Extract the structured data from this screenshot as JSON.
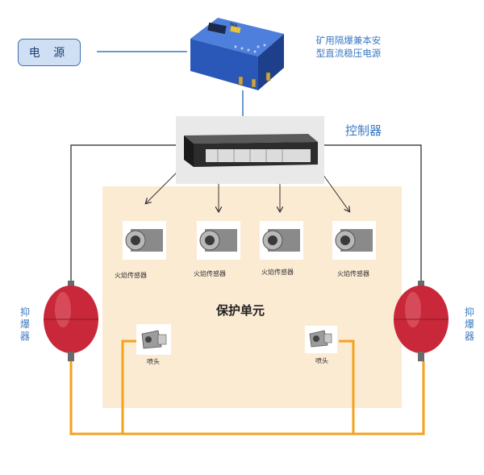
{
  "power": {
    "label": "电 源"
  },
  "psu": {
    "title_line1": "矿用隔爆兼本安",
    "title_line2": "型直流稳压电源",
    "panel_badge": "MA"
  },
  "controller": {
    "label": "控制器"
  },
  "protection_unit": {
    "label": "保护单元"
  },
  "sensors": [
    {
      "label": "火焰传感器"
    },
    {
      "label": "火焰传感器"
    },
    {
      "label": "火焰传感器"
    },
    {
      "label": "火焰传感器"
    }
  ],
  "nozzles": [
    {
      "label": "喷头"
    },
    {
      "label": "喷头"
    }
  ],
  "suppressors": [
    {
      "label": "抑爆器"
    },
    {
      "label": "抑爆器"
    }
  ],
  "colors": {
    "accent_blue": "#3a78c2",
    "pipe_orange": "#f3a21c",
    "zone_fill": "#fcebd3",
    "suppressor_red": "#c8283a",
    "psu_blue": "#2a58b8"
  }
}
